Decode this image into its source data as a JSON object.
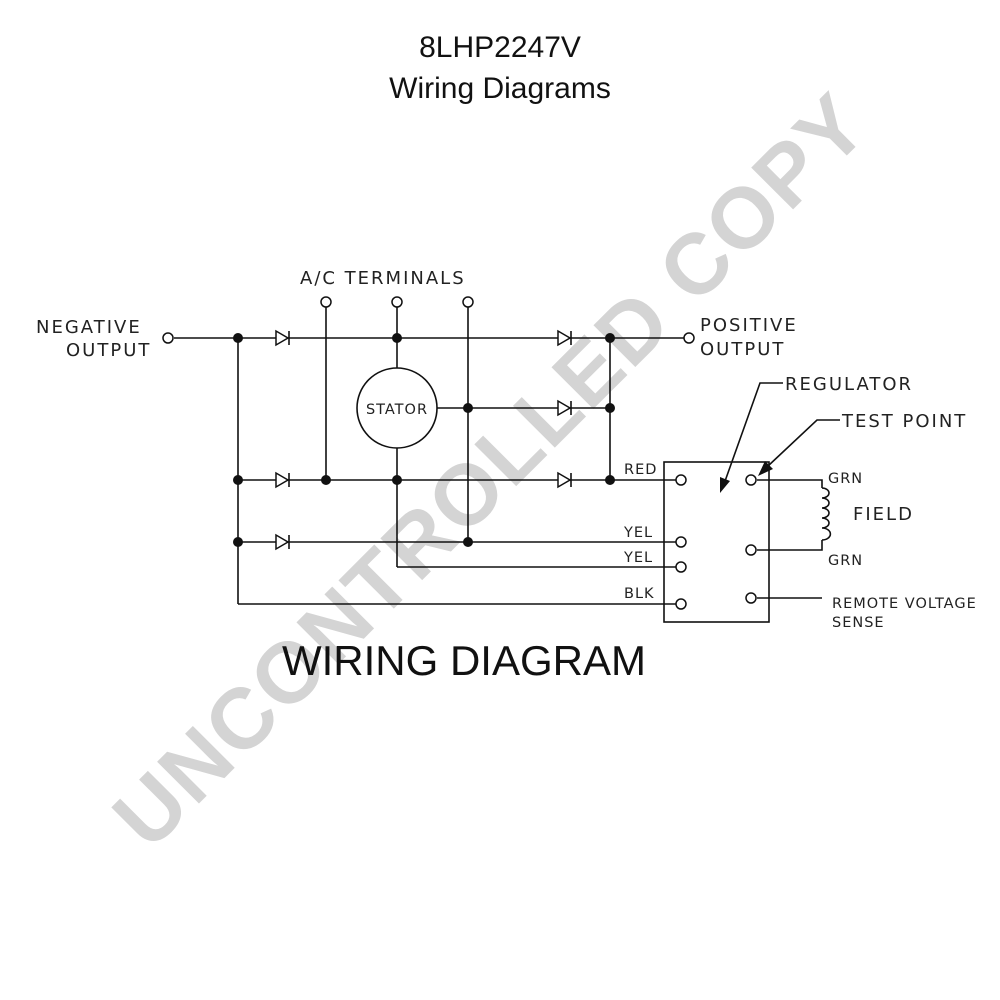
{
  "header": {
    "model": "8LHP2247V",
    "subtitle": "Wiring Diagrams"
  },
  "watermark": "UNCONTROLLED COPY",
  "labels": {
    "negative_output_1": "NEGATIVE",
    "negative_output_2": "OUTPUT",
    "positive_output_1": "POSITIVE",
    "positive_output_2": "OUTPUT",
    "ac_terminals": "A/C TERMINALS",
    "stator": "STATOR",
    "regulator": "REGULATOR",
    "test_point": "TEST POINT",
    "field": "FIELD",
    "remote_voltage_sense_1": "REMOTE VOLTAGE",
    "remote_voltage_sense_2": "SENSE"
  },
  "wires": {
    "red": "RED",
    "yel_1": "YEL",
    "yel_2": "YEL",
    "blk": "BLK",
    "grn_1": "GRN",
    "grn_2": "GRN"
  },
  "caption": "WIRING DIAGRAM",
  "colors": {
    "ink": "#111111",
    "watermark": "#d4d4d4"
  }
}
